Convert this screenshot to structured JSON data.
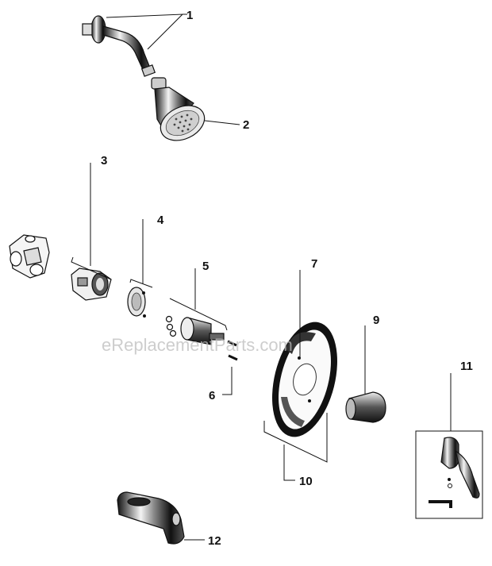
{
  "watermark": "eReplacementParts.com",
  "callouts": {
    "c1": "1",
    "c2": "2",
    "c3": "3",
    "c4": "4",
    "c5": "5",
    "c6": "6",
    "c7": "7",
    "c8": "9",
    "c9": "10",
    "c10": "11",
    "c11": "12"
  },
  "colors": {
    "line": "#111111",
    "chrome_light": "#f2f2f2",
    "chrome_dark": "#1a1a1a",
    "watermark": "#bdbdbd"
  }
}
